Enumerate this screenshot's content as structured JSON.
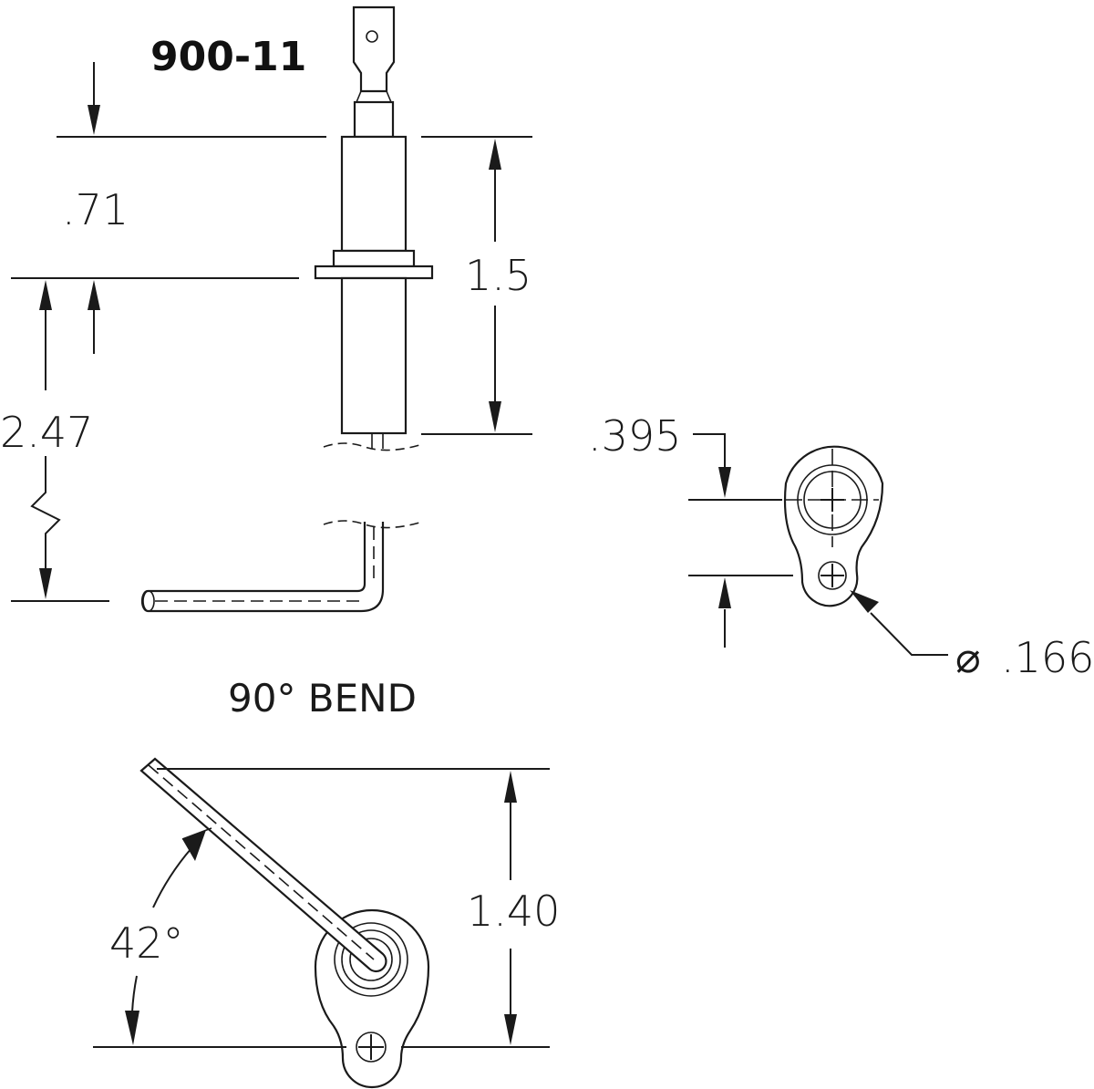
{
  "title": "900-11",
  "dimensions": {
    "terminal_length": ".71",
    "body_length": "1.5",
    "overall_length": "2.47",
    "hole_spacing": ".395",
    "hole_diameter": ".166",
    "bend_height": "1.40"
  },
  "angle_label": "42°",
  "bend_note": "90° BEND",
  "diameter_symbol": "⌀",
  "line_color": "#1a1a1a"
}
